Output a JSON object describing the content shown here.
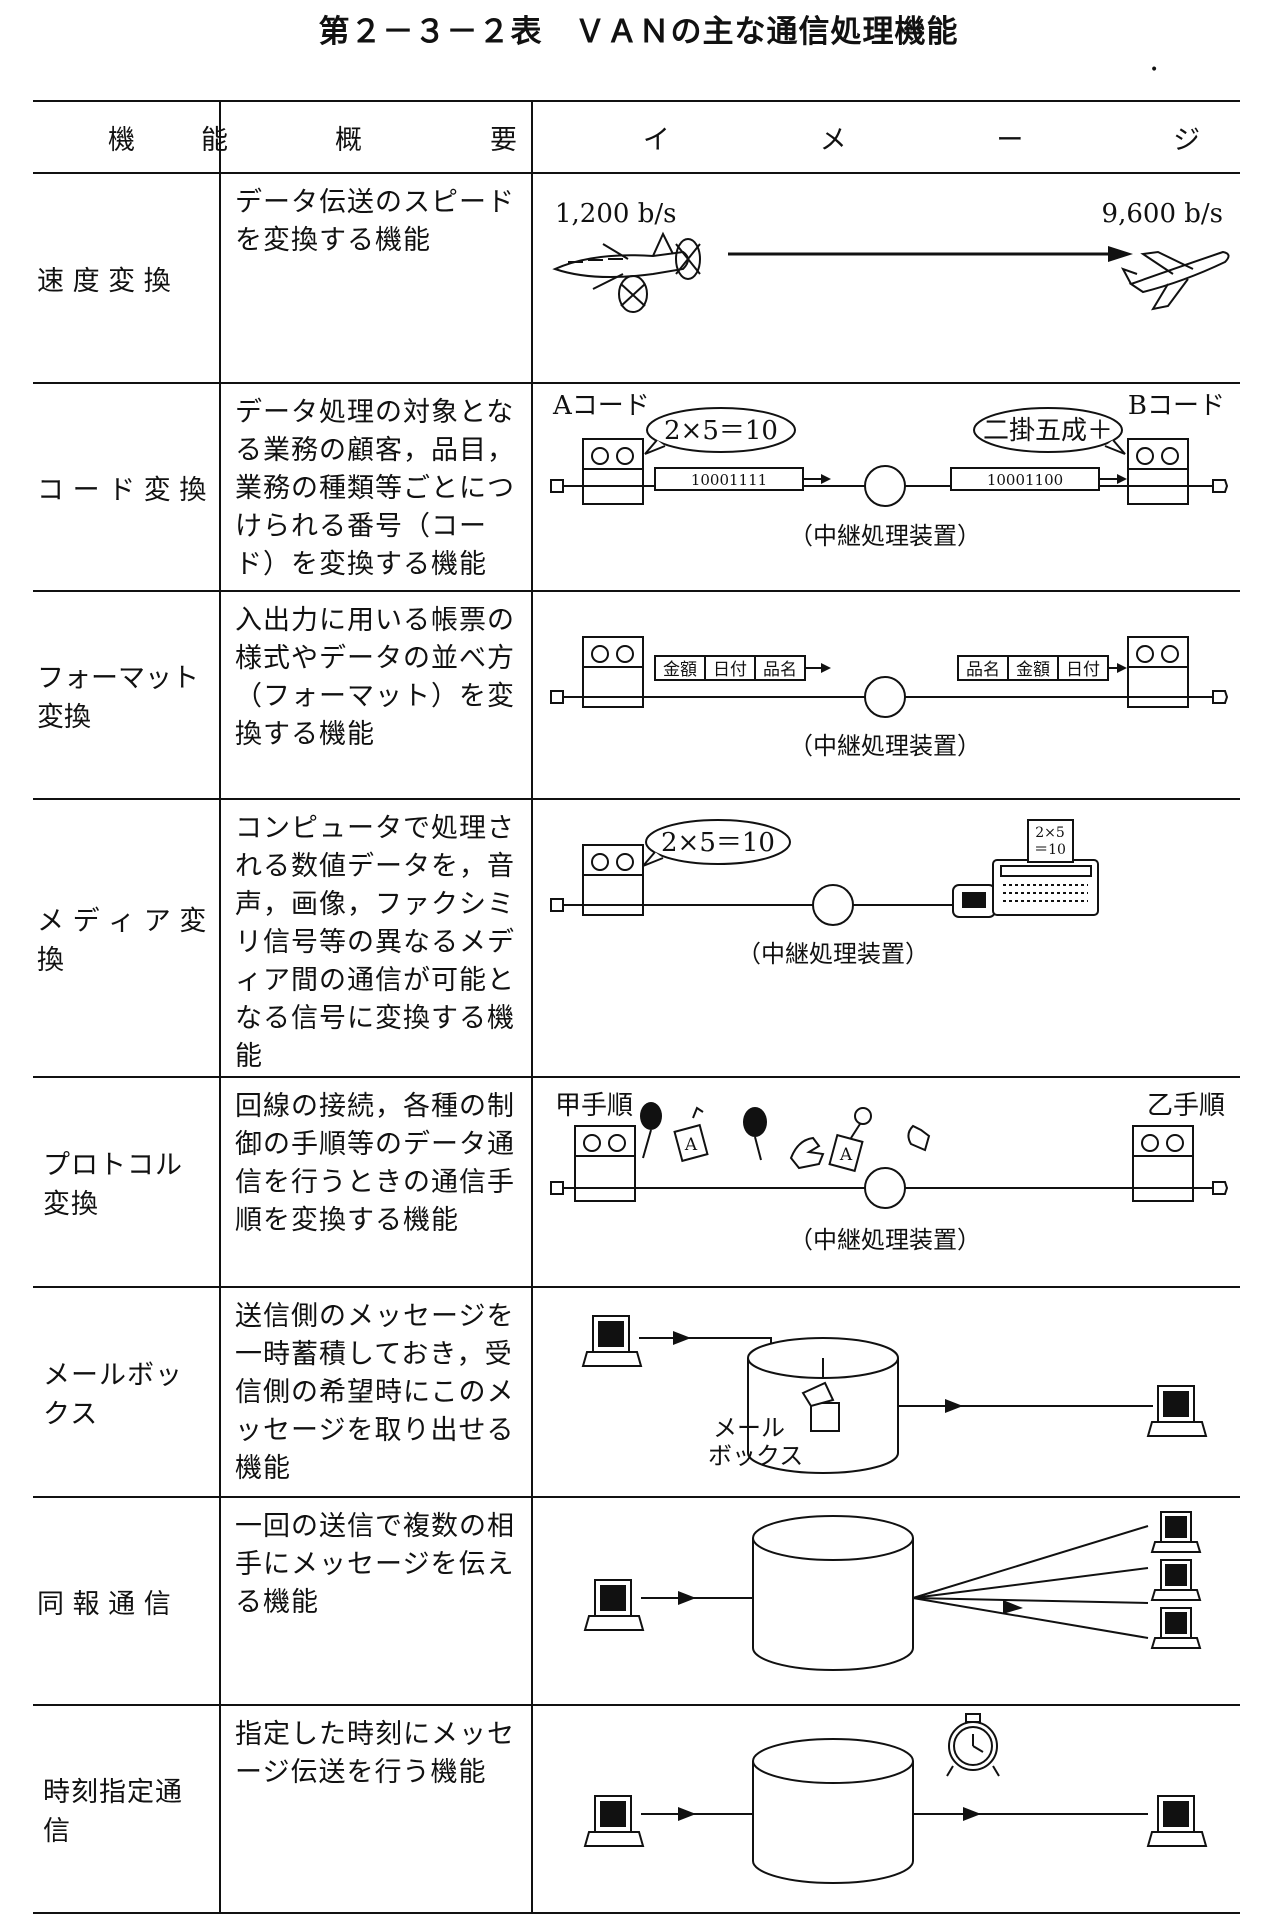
{
  "title": "第２－３－２表　ＶＡＮの主な通信処理機能",
  "stray_mark": "•",
  "header": {
    "col1": [
      "機",
      "能"
    ],
    "col2": [
      "概",
      "要"
    ],
    "col3": [
      "イ",
      "メ",
      "ー",
      "ジ"
    ]
  },
  "rows": [
    {
      "function": "速 度 変 換",
      "summary": "データ伝送のスピードを変換する機能",
      "image": {
        "left_speed": "1,200 b/s",
        "right_speed": "9,600 b/s"
      }
    },
    {
      "function": "コ ー ド 変 換",
      "summary": "データ処理の対象となる業務の顧客，品目，業務の種類等ごとにつけられる番号（コード）を変換する機能",
      "image": {
        "left_label": "Aコード",
        "right_label": "Bコード",
        "left_bubble": "2×5＝10",
        "right_bubble": "二掛五成＋",
        "left_data": "10001111",
        "right_data": "10001100",
        "relay": "（中継処理装置）"
      }
    },
    {
      "function": "フォーマット変換",
      "summary": "入出力に用いる帳票の様式やデータの並べ方（フォーマット）を変換する機能",
      "image": {
        "left_fields": [
          "金額",
          "日付",
          "品名"
        ],
        "right_fields": [
          "品名",
          "金額",
          "日付"
        ],
        "relay": "（中継処理装置）"
      }
    },
    {
      "function": "メ デ ィ ア 変 換",
      "summary": "コンピュータで処理される数値データを，音声，画像，ファクシミリ信号等の異なるメディア間の通信が可能となる信号に変換する機能",
      "image": {
        "bubble": "2×5＝10",
        "fax_line1": "2×5",
        "fax_line2": "＝10",
        "relay": "（中継処理装置）"
      }
    },
    {
      "function": "プロトコル変換",
      "summary": "回線の接続，各種の制御の手順等のデータ通信を行うときの通信手順を変換する機能",
      "image": {
        "left_label": "甲手順",
        "right_label": "乙手順",
        "card": "A",
        "relay": "（中継処理装置）"
      }
    },
    {
      "function": "メールボックス",
      "summary": "送信側のメッセージを一時蓄積しておき，受信側の希望時にこのメッセージを取り出せる機能",
      "image": {
        "label_line1": "メール",
        "label_line2": "ボックス"
      }
    },
    {
      "function": "同 報 通 信",
      "summary": "一回の送信で複数の相手にメッセージを伝える機能",
      "image": {}
    },
    {
      "function": "時刻指定通信",
      "summary": "指定した時刻にメッセージ伝送を行う機能",
      "image": {}
    }
  ]
}
